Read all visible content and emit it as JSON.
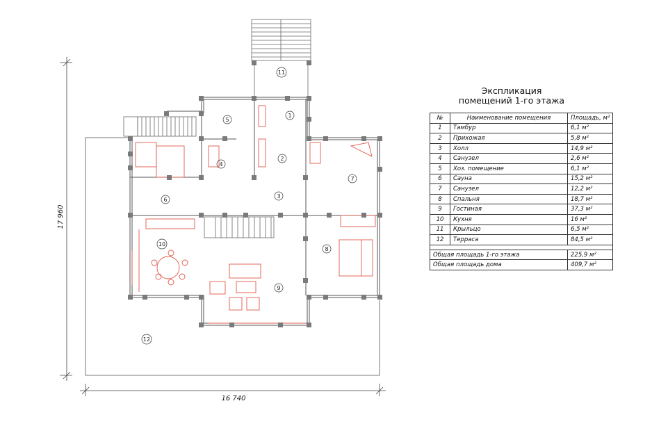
{
  "legend": {
    "title_line1": "Экспликация",
    "title_line2": "помещений 1-го этажа",
    "header": {
      "no": "№",
      "name": "Наименование помещения",
      "area": "Площадь, м²"
    },
    "rooms": [
      {
        "no": "1",
        "name": "Тамбур",
        "area": "6,1 м²"
      },
      {
        "no": "2",
        "name": "Прихожая",
        "area": "5,8 м²"
      },
      {
        "no": "3",
        "name": "Холл",
        "area": "14,9 м²"
      },
      {
        "no": "4",
        "name": "Санузел",
        "area": "2,6 м²"
      },
      {
        "no": "5",
        "name": "Хоз. помещение",
        "area": "6,1 м²"
      },
      {
        "no": "6",
        "name": "Сауна",
        "area": "15,2 м²"
      },
      {
        "no": "7",
        "name": "Санузел",
        "area": "12,2 м²"
      },
      {
        "no": "8",
        "name": "Спальня",
        "area": "18,7 м²"
      },
      {
        "no": "9",
        "name": "Гостиная",
        "area": "37,3 м²"
      },
      {
        "no": "10",
        "name": "Кухня",
        "area": "16 м²"
      },
      {
        "no": "11",
        "name": "Крыльцо",
        "area": "6,5 м²"
      },
      {
        "no": "12",
        "name": "Терраса",
        "area": "84,5 м²"
      }
    ],
    "totals": [
      {
        "label": "Общая площадь 1-го этажа",
        "value": "225,9 м²"
      },
      {
        "label": "Общая площадь дома",
        "value": "409,7 м²"
      }
    ]
  },
  "plan": {
    "dim_width": "16 740",
    "dim_height": "17 960",
    "room_labels": [
      "1",
      "2",
      "3",
      "4",
      "5",
      "6",
      "7",
      "8",
      "9",
      "10",
      "11",
      "12"
    ]
  },
  "colors": {
    "line": "#555555",
    "wall": "#6e6e6e",
    "accent": "#e0584a"
  }
}
